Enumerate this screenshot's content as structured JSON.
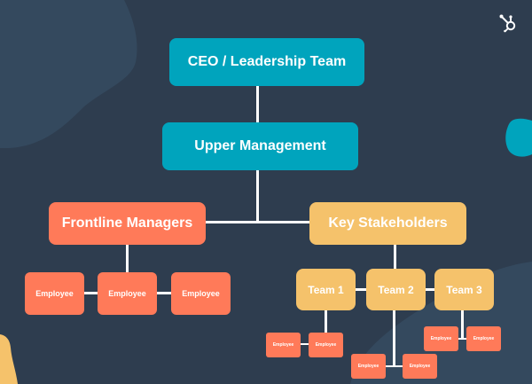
{
  "colors": {
    "background": "#2e3d4f",
    "background_blob": "#34495e",
    "teal": "#00a4bd",
    "coral": "#ff7a59",
    "gold": "#f5c26b",
    "connector": "#ffffff"
  },
  "logo": {
    "icon": "hubspot-sprocket-icon"
  },
  "chart": {
    "ceo": "CEO / Leadership Team",
    "upper_management": "Upper Management",
    "frontline_managers": {
      "label": "Frontline Managers",
      "employees": [
        "Employee",
        "Employee",
        "Employee"
      ]
    },
    "key_stakeholders": {
      "label": "Key Stakeholders",
      "teams": [
        {
          "label": "Team 1",
          "employees": [
            "Employee",
            "Employee"
          ]
        },
        {
          "label": "Team 2",
          "employees": [
            "Employee",
            "Employee"
          ]
        },
        {
          "label": "Team 3",
          "employees": [
            "Employee",
            "Employee"
          ]
        }
      ]
    }
  }
}
